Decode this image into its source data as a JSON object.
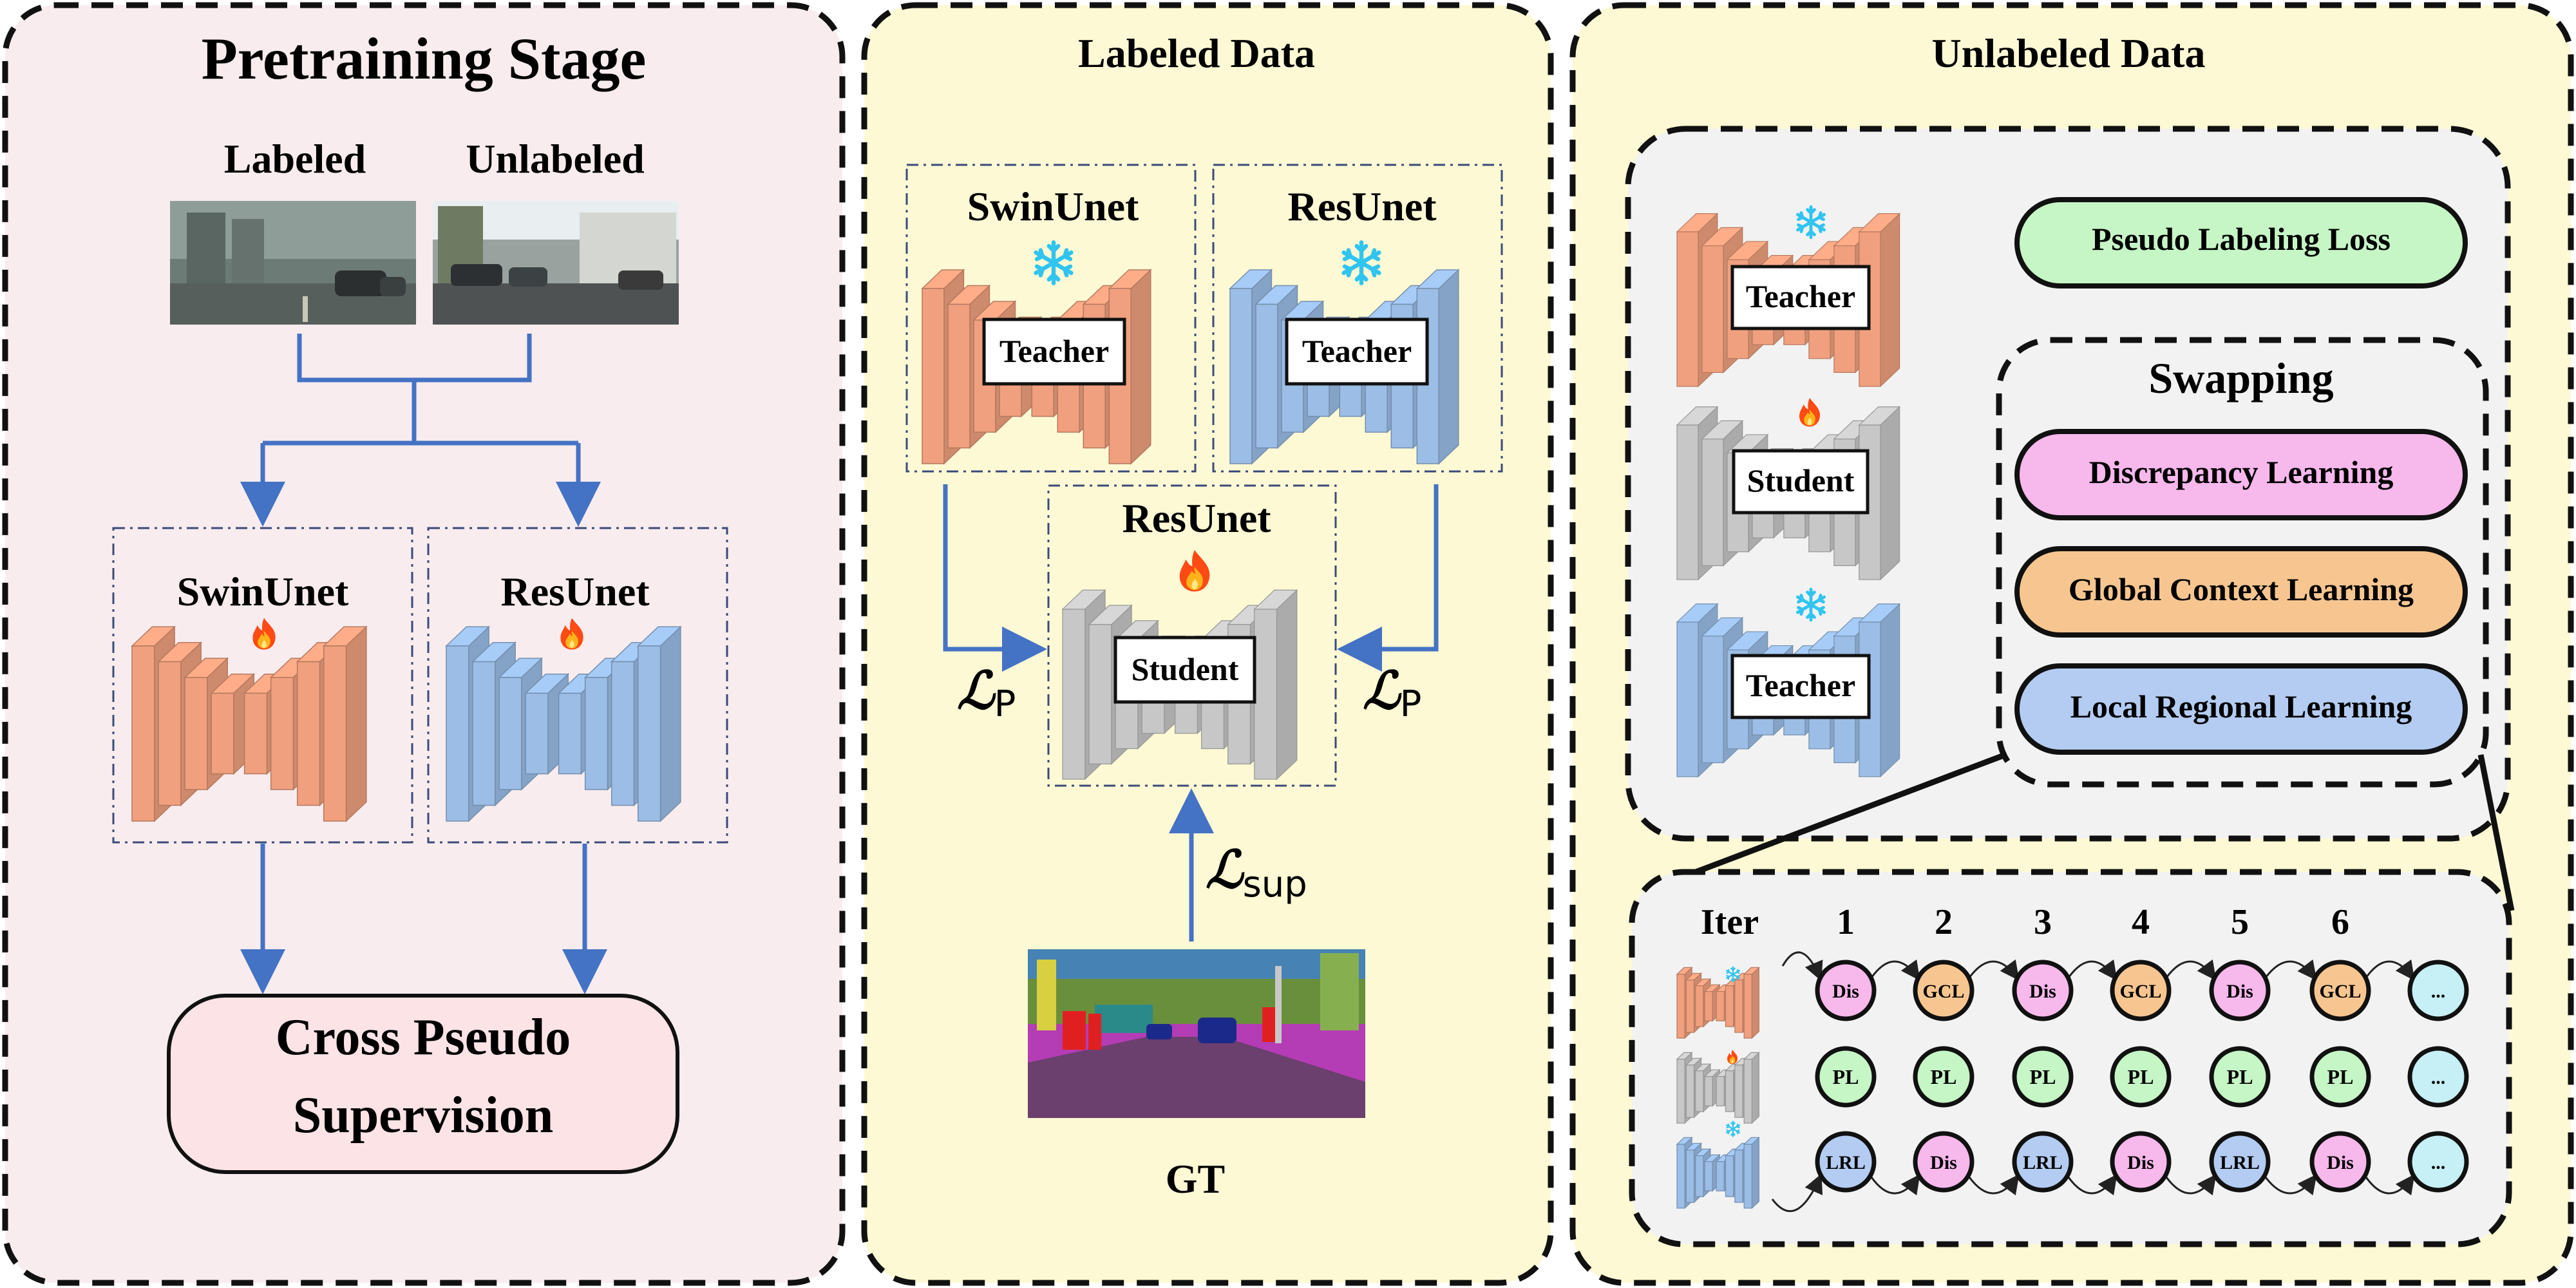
{
  "colors": {
    "panel1_bg": "#f8ecee",
    "panel2_bg": "#fdf9d4",
    "panel3_bg": "#fdf9d4",
    "inner_bg": "#f2f2f2",
    "orange_net": "#f0a07e",
    "blue_net": "#9bbde6",
    "gray_net": "#c7c7c7",
    "arrow_blue": "#4472c4",
    "pill_green": "#c6f5c6",
    "pill_pink": "#f7b8ec",
    "pill_orange": "#f7c690",
    "pill_blue": "#b4ccf2",
    "pill_cyan": "#c6f0f5",
    "cps_bg": "#fbe3e6",
    "snow": "#30c4f0",
    "fire": "#ff5a1f"
  },
  "panel1": {
    "title": "Pretraining Stage",
    "labeled": "Labeled",
    "unlabeled": "Unlabeled",
    "net_left": "SwinUnet",
    "net_right": "ResUnet",
    "fire_icon": "fire-icon",
    "output": [
      "Cross Pseudo",
      "Supervision"
    ],
    "image_left": "foggy-street-photo",
    "image_right": "city-street-photo"
  },
  "panel2": {
    "title": "Labeled Data",
    "teacher_left_name": "SwinUnet",
    "teacher_right_name": "ResUnet",
    "teacher_label": "Teacher",
    "student_name": "ResUnet",
    "student_label": "Student",
    "loss_p": "ℒ",
    "loss_p_sub": "P",
    "loss_sup": "ℒ",
    "loss_sup_sub": "sup",
    "gt_label": "GT",
    "snow_icon": "snowflake-icon",
    "fire_icon": "fire-icon",
    "gt_image": "segmentation-ground-truth-map"
  },
  "panel3": {
    "title": "Unlabeled Data",
    "teacher_label": "Teacher",
    "student_label": "Student",
    "pseudo_loss": "Pseudo Labeling Loss",
    "swapping_title": "Swapping",
    "methods": [
      "Discrepancy Learning",
      "Global Context Learning",
      "Local Regional Learning"
    ],
    "iter_label": "Iter",
    "iterations": [
      "1",
      "2",
      "3",
      "4",
      "5",
      "6"
    ],
    "row_top": [
      "Dis",
      "GCL",
      "Dis",
      "GCL",
      "Dis",
      "GCL",
      "..."
    ],
    "row_mid": [
      "PL",
      "PL",
      "PL",
      "PL",
      "PL",
      "PL",
      "..."
    ],
    "row_bot": [
      "LRL",
      "Dis",
      "LRL",
      "Dis",
      "LRL",
      "Dis",
      "..."
    ]
  }
}
